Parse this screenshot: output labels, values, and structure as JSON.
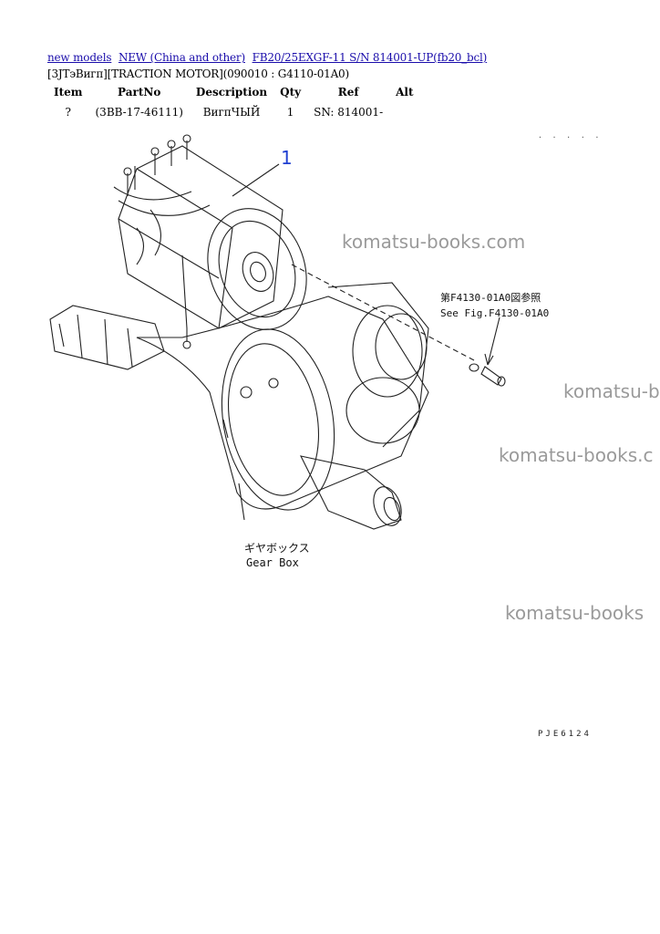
{
  "breadcrumbs": [
    {
      "label": "new models"
    },
    {
      "label": "NEW (China and other)"
    },
    {
      "label": "FB20/25EXGF-11 S/N 814001-UP(fb20_bcl)"
    }
  ],
  "subtitle": "[3JТэВигп][TRACTION MOTOR](090010 : G4110-01A0)",
  "table": {
    "headers": [
      "Item",
      "PartNo",
      "Description",
      "Qty",
      "Ref",
      "Alt"
    ],
    "rows": [
      [
        "?",
        "(3BB-17-46111)",
        "ВигпЧЫЙ",
        "1",
        "SN: 814001-",
        ""
      ]
    ]
  },
  "diagram": {
    "callout_number": "1",
    "see_fig_jp": "第F4130-01A0図参照",
    "see_fig_en": "See Fig.F4130-01A0",
    "gearbox_jp": "ギヤボックス",
    "gearbox_en": "Gear Box",
    "crop_marks": "· · · · ·",
    "fig_code": "PJE6124"
  },
  "watermarks": [
    "komatsu-books.com",
    "komatsu-b",
    "komatsu-books.c",
    "komatsu-books"
  ],
  "colors": {
    "link": "#1a0dab",
    "callout": "#1f3fd1",
    "watermark": "#9a9a9a"
  }
}
